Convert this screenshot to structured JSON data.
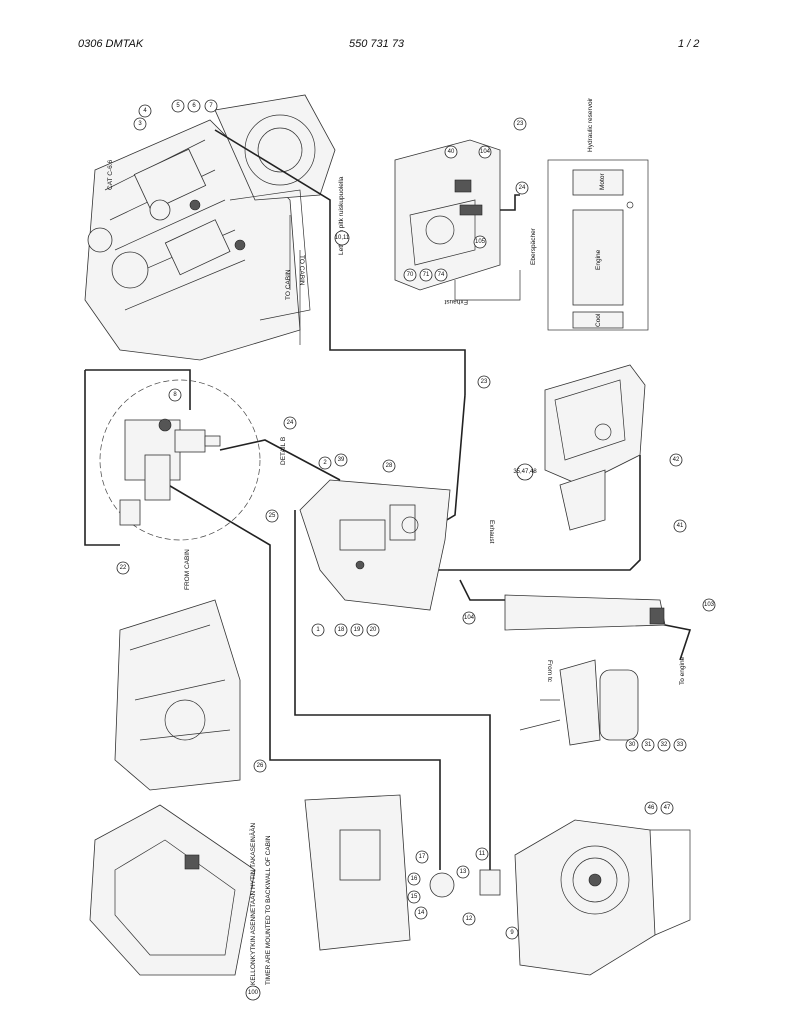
{
  "header": {
    "left": "0306 DMTAK",
    "center": "550 731 73",
    "right": "1 /   2"
  },
  "labels": {
    "leak_oil": "Letku on pitk ruiskupuolella",
    "to_cabin_1": "TO CABIN",
    "to_cabin_2": "TO CABIN",
    "from_cabin": "FROM CABIN",
    "exhaust_top": "Exhaust",
    "exhaust_mid": "Exhaust",
    "eberspacher": "Eberspächer",
    "hydraulic": "Hydraulic reservoir",
    "motor": "Motor",
    "engine_box": "Engine",
    "cool": "Cool",
    "detail": "DETAIL B",
    "from_tc": "From tc",
    "to_engine": "To engine",
    "note_fi": "KELLONKYTKIN ASENNETAAN HYTIN TAKASEINÄÄN",
    "note_en": "TIMER ARE MOUNTED TO BACKWALL OF CABIN",
    "engine_label": "CAT C-6.6"
  },
  "callouts": [
    {
      "id": "c3",
      "text": "3"
    },
    {
      "id": "c4",
      "text": "4"
    },
    {
      "id": "c5",
      "text": "5"
    },
    {
      "id": "c6",
      "text": "6"
    },
    {
      "id": "c7",
      "text": "7"
    },
    {
      "id": "c23a",
      "text": "23"
    },
    {
      "id": "c40",
      "text": "40"
    },
    {
      "id": "c104",
      "text": "104"
    },
    {
      "id": "c24",
      "text": "24"
    },
    {
      "id": "c10",
      "text": "10,11"
    },
    {
      "id": "c70",
      "text": "70"
    },
    {
      "id": "c71",
      "text": "71"
    },
    {
      "id": "c74",
      "text": "74"
    },
    {
      "id": "c105",
      "text": "105"
    },
    {
      "id": "c23b",
      "text": "23"
    },
    {
      "id": "c8",
      "text": "8"
    },
    {
      "id": "c24b",
      "text": "24"
    },
    {
      "id": "c22",
      "text": "22"
    },
    {
      "id": "c2",
      "text": "2"
    },
    {
      "id": "c39",
      "text": "39"
    },
    {
      "id": "c28",
      "text": "28"
    },
    {
      "id": "c25",
      "text": "25"
    },
    {
      "id": "c1",
      "text": "1"
    },
    {
      "id": "c18",
      "text": "18"
    },
    {
      "id": "c19",
      "text": "19"
    },
    {
      "id": "c20",
      "text": "20"
    },
    {
      "id": "c35",
      "text": "35,47,48"
    },
    {
      "id": "c42",
      "text": "42"
    },
    {
      "id": "c41",
      "text": "41"
    },
    {
      "id": "c104b",
      "text": "104"
    },
    {
      "id": "c103",
      "text": "103"
    },
    {
      "id": "c30",
      "text": "30"
    },
    {
      "id": "c31",
      "text": "31"
    },
    {
      "id": "c32",
      "text": "32"
    },
    {
      "id": "c33",
      "text": "33"
    },
    {
      "id": "c26",
      "text": "26"
    },
    {
      "id": "c17",
      "text": "17"
    },
    {
      "id": "c16",
      "text": "16"
    },
    {
      "id": "c15",
      "text": "15"
    },
    {
      "id": "c14",
      "text": "14"
    },
    {
      "id": "c13",
      "text": "13"
    },
    {
      "id": "c12",
      "text": "12"
    },
    {
      "id": "c11",
      "text": "11"
    },
    {
      "id": "c9",
      "text": "9"
    },
    {
      "id": "c100",
      "text": "100"
    },
    {
      "id": "c46",
      "text": "46"
    },
    {
      "id": "c47",
      "text": "47"
    }
  ]
}
